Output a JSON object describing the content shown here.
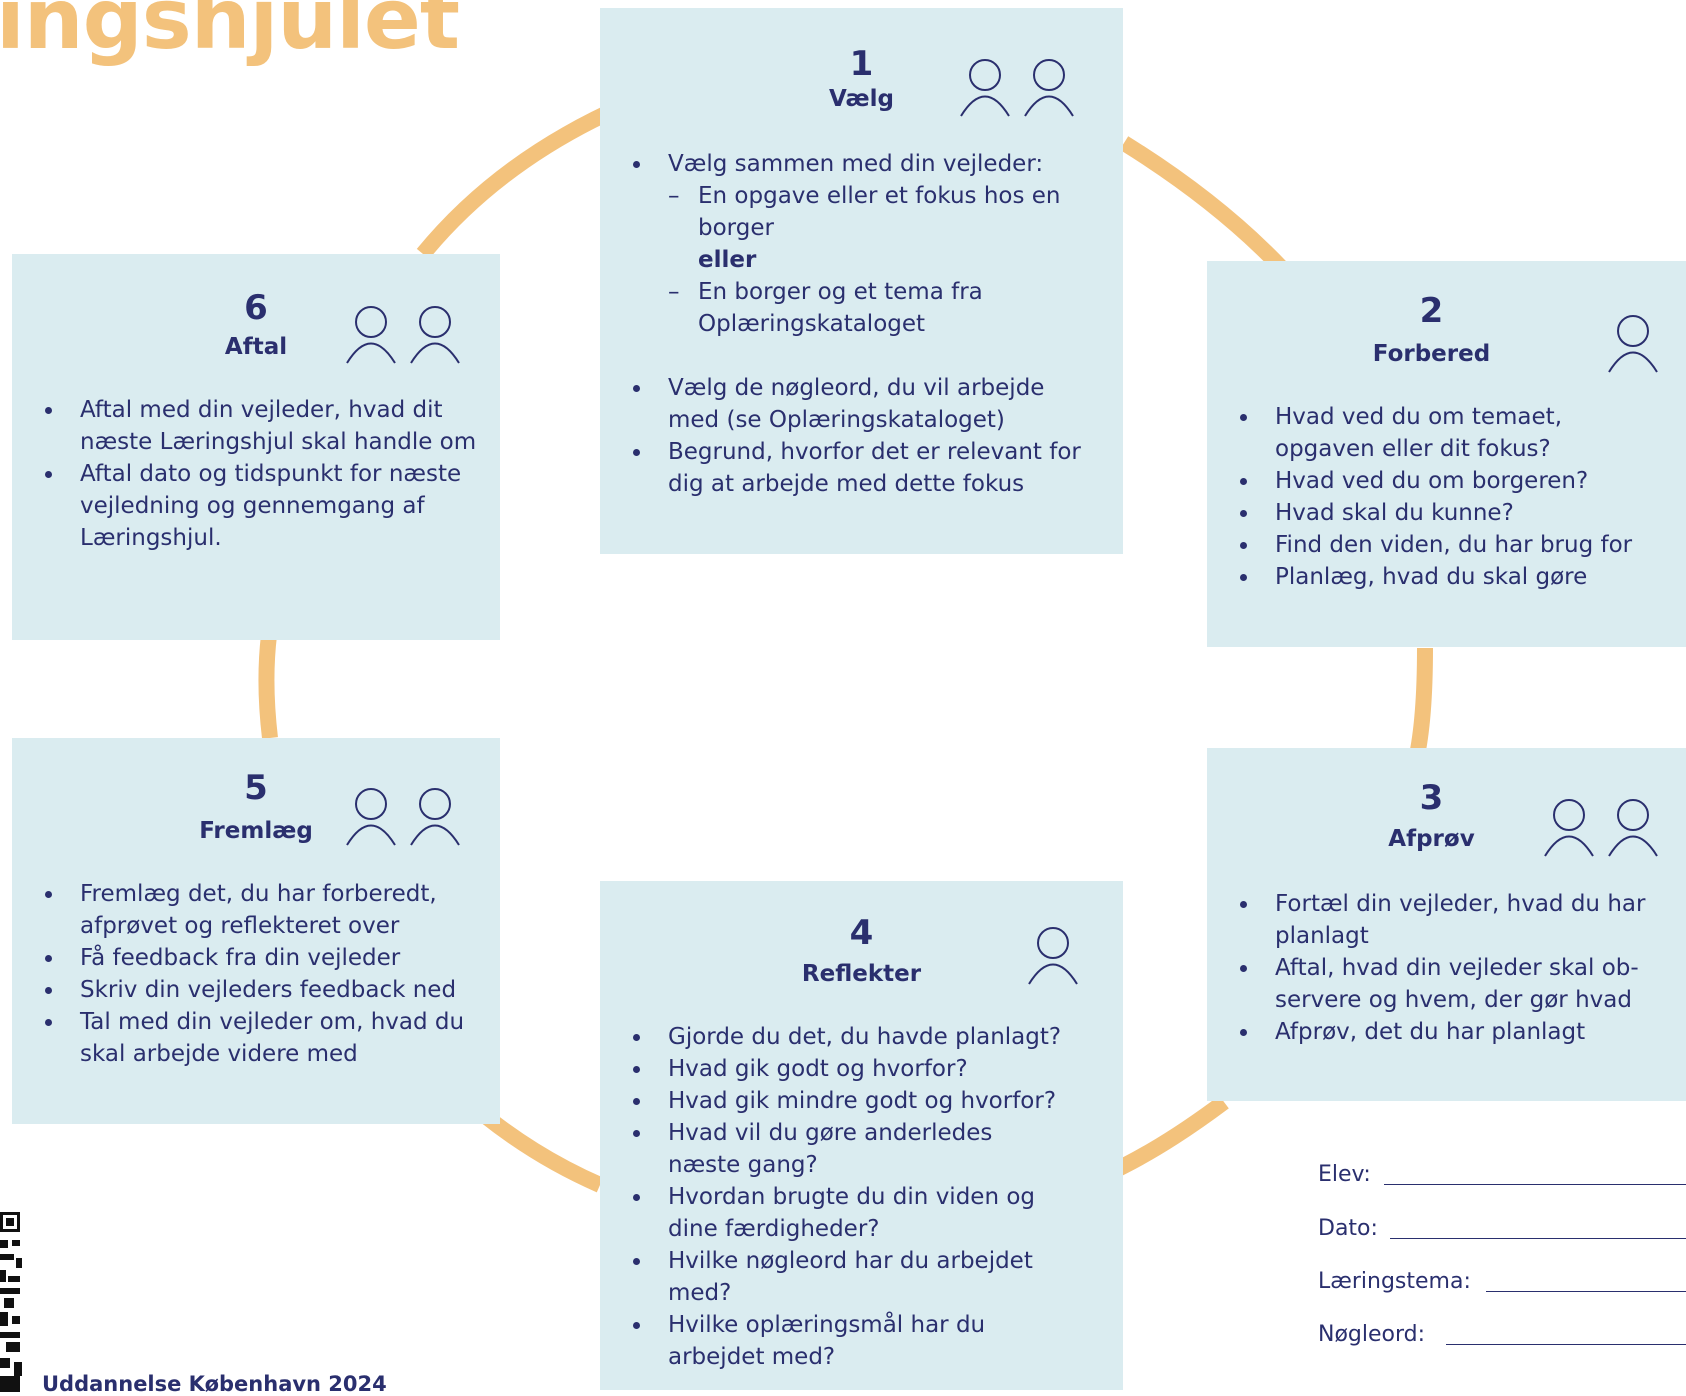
{
  "title": "ingshjulet",
  "colors": {
    "accent": "#f3c27c",
    "box": "#daecf0",
    "text": "#2a2f6e"
  },
  "steps": [
    {
      "number": "1",
      "label": "Vælg",
      "people": 2,
      "items": [
        "Vælg sammen med din vejleder:"
      ],
      "sub": [
        "En opgave eller et fokus hos en borger",
        "En borger og et tema fra Oplæringskataloget"
      ],
      "connector": "eller",
      "items_after": [
        "Vælg de nøgleord, du vil arbejde med (se Oplæringskataloget)",
        "Begrund, hvorfor det er relevant for dig at arbejde med dette fokus"
      ]
    },
    {
      "number": "2",
      "label": "Forbered",
      "people": 1,
      "items": [
        "Hvad ved du om temaet, opgaven eller dit fokus?",
        "Hvad ved du om borgeren?",
        "Hvad skal du kunne?",
        "Find den viden, du har brug for",
        "Planlæg, hvad du skal gøre"
      ]
    },
    {
      "number": "3",
      "label": "Afprøv",
      "people": 2,
      "items": [
        "Fortæl din vejleder, hvad du har planlagt",
        "Aftal, hvad din vejleder skal ob­servere og hvem, der gør hvad",
        "Afprøv, det du har planlagt"
      ]
    },
    {
      "number": "4",
      "label": "Reflekter",
      "people": 1,
      "items": [
        "Gjorde du det, du havde planlagt?",
        "Hvad gik godt og hvorfor?",
        "Hvad gik mindre godt og hvorfor?",
        "Hvad vil du gøre anderledes næste gang?",
        "Hvordan brugte du din viden og dine færdigheder?",
        "Hvilke nøgleord har du arbejdet med?",
        "Hvilke oplæringsmål har du arbejdet med?"
      ]
    },
    {
      "number": "5",
      "label": "Fremlæg",
      "people": 2,
      "items": [
        "Fremlæg det, du har forberedt, afprøvet og reflekteret over",
        "Få feedback fra din vejleder",
        "Skriv din vejleders feedback ned",
        "Tal med din vejleder om, hvad du skal arbejde videre med"
      ]
    },
    {
      "number": "6",
      "label": "Aftal",
      "people": 2,
      "items": [
        "Aftal med din vejleder, hvad dit næste Læringshjul skal handle om",
        "Aftal dato og tidspunkt for næste vejledning og gennemgang af Læringshjul."
      ]
    }
  ],
  "form": {
    "elev": "Elev:",
    "dato": "Dato:",
    "tema": "Læringstema:",
    "noegleord": "Nøgleord:"
  },
  "footer": "Uddannelse København 2024"
}
